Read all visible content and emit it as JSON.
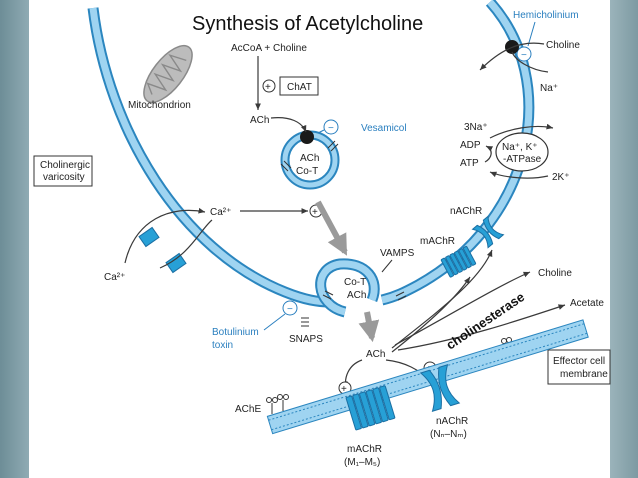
{
  "title": "Synthesis of Acetylcholine",
  "labels": {
    "hemicholinium": "Hemicholinium",
    "choline_top": "Choline",
    "na_plus": "Na⁺",
    "accoa_choline": "AcCoA + Choline",
    "chat": "ChAT",
    "mitochondrion": "Mitochondrion",
    "ach_top": "ACh",
    "vesamicol": "Vesamicol",
    "three_na": "3Na⁺",
    "adp": "ADP",
    "atp": "ATP",
    "pump_line1": "Na⁺, K⁺",
    "pump_line2": "-ATPase",
    "two_k": "2K⁺",
    "cholinergic_line1": "Cholinergic",
    "cholinergic_line2": "varicosity",
    "vesicle_ach": "ACh",
    "vesicle_cot": "Co-T",
    "ca_inside": "Ca²⁺",
    "ca_outside": "Ca²⁺",
    "nachr_pre": "nAChR",
    "machr_pre": "mAChR",
    "vamps": "VAMPS",
    "fusing_cot": "Co-T",
    "fusing_ach": "ACh",
    "choline_cleft": "Choline",
    "acetate": "Acetate",
    "cholinesterase": "cholinesterase",
    "botulinum_line1": "Botulinium",
    "botulinum_line2": "toxin",
    "snaps": "SNAPS",
    "ach_cleft": "ACh",
    "effector_line1": "Effector cell",
    "effector_line2": "membrane",
    "ache": "AChE",
    "nachr_post": "nAChR",
    "nachr_post_sub": "(Nₙ–Nₘ)",
    "machr_post": "mAChR",
    "machr_post_sub": "(M₁–M₅)",
    "plus": "+",
    "minus": "−"
  },
  "colors": {
    "membrane": "#5fb4e0",
    "membrane_dark": "#2b86bf",
    "receptor": "#27a0d6",
    "drug_label": "#2a7fbf",
    "arrow_grey": "#9a9a9a",
    "mitochondrion": "#b8b8b8",
    "background_slide": "#ffffff",
    "frame": "#8ea8b0"
  },
  "icons": [
    "mitochondrion-icon",
    "transporter-dot-icon",
    "receptor-icon",
    "plus-icon",
    "minus-icon"
  ]
}
